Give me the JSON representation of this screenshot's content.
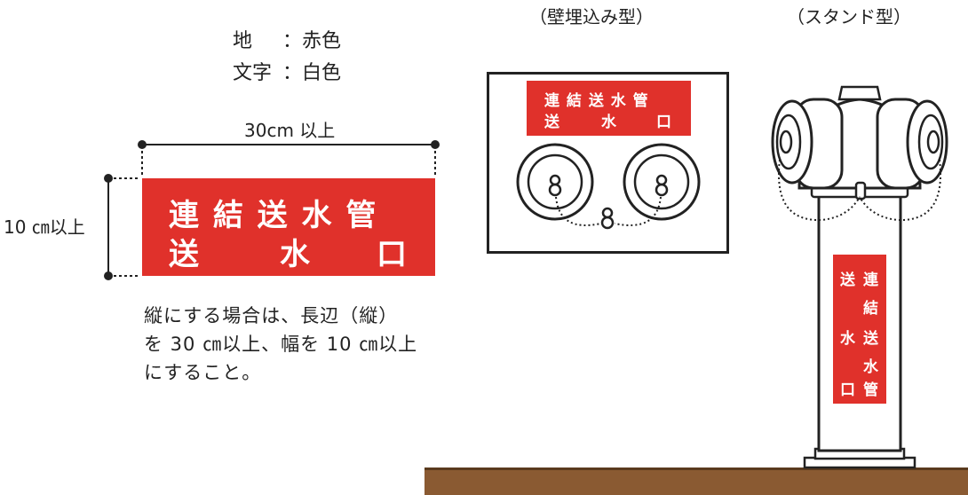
{
  "legend": {
    "ground_label": "地",
    "ground_value": "：赤色",
    "text_label": "文字",
    "text_value": "：白色"
  },
  "width_label": "30cm 以上",
  "height_label": "10 ㎝以上",
  "main_sign": {
    "line1": "連 結 送 水 管",
    "line2_left": "送",
    "line2_mid": "水",
    "line2_right": "口"
  },
  "note": {
    "line1": "縦にする場合は、長辺（縦）",
    "line2": "を 30 ㎝以上、幅を 10 ㎝以上",
    "line3": "にすること。"
  },
  "wall_type": {
    "caption": "（壁埋込み型）",
    "sign_line1": "連 結 送 水 管",
    "sign_line2_left": "送",
    "sign_line2_mid": "水",
    "sign_line2_right": "口"
  },
  "stand_type": {
    "caption": "（スタンド型）",
    "vertical_sign": [
      "送",
      "連",
      "結",
      "水",
      "送",
      "水",
      "口",
      "管"
    ]
  },
  "colors": {
    "sign_red": "#e0312b",
    "sign_text": "#ffffff",
    "ground_brown": "#8a5a32"
  }
}
